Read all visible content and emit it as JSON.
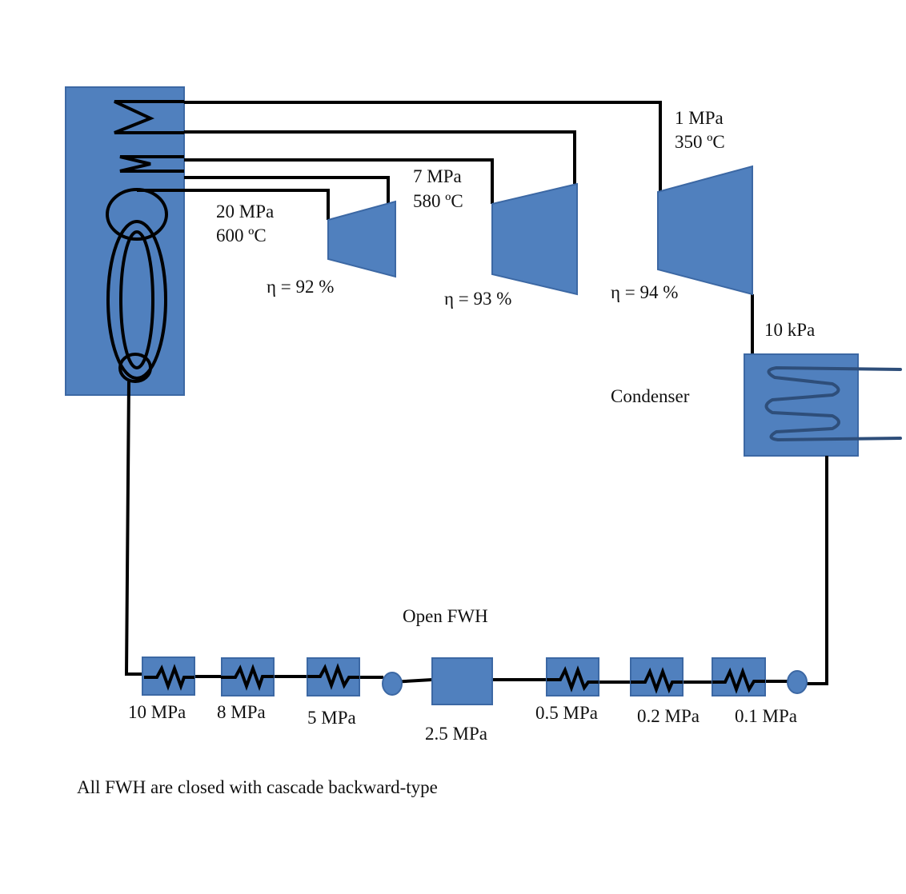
{
  "colors": {
    "equipment": "#5080be",
    "equipment_border": "#3c68a4",
    "pipe": "#000000",
    "cooling_water": "#2e4e7a"
  },
  "turbines": {
    "hp": {
      "inlet_state": [
        "20 MPa",
        "600 ºC"
      ],
      "efficiency": "η = 92 %"
    },
    "ip": {
      "inlet_state": [
        "7 MPa",
        "580 ºC"
      ],
      "efficiency": "η = 93 %"
    },
    "lp": {
      "inlet_state": [
        "1 MPa",
        "350 ºC"
      ],
      "efficiency": "η = 94 %"
    }
  },
  "condenser": {
    "label": "Condenser",
    "pressure": "10 kPa"
  },
  "open_fwh": {
    "label": "Open FWH",
    "pressure": "2.5 MPa"
  },
  "closed_fwh_pressures": [
    "10 MPa",
    "8 MPa",
    "5 MPa",
    "0.5 MPa",
    "0.2 MPa",
    "0.1 MPa"
  ],
  "note": "All FWH are closed with cascade backward-type"
}
